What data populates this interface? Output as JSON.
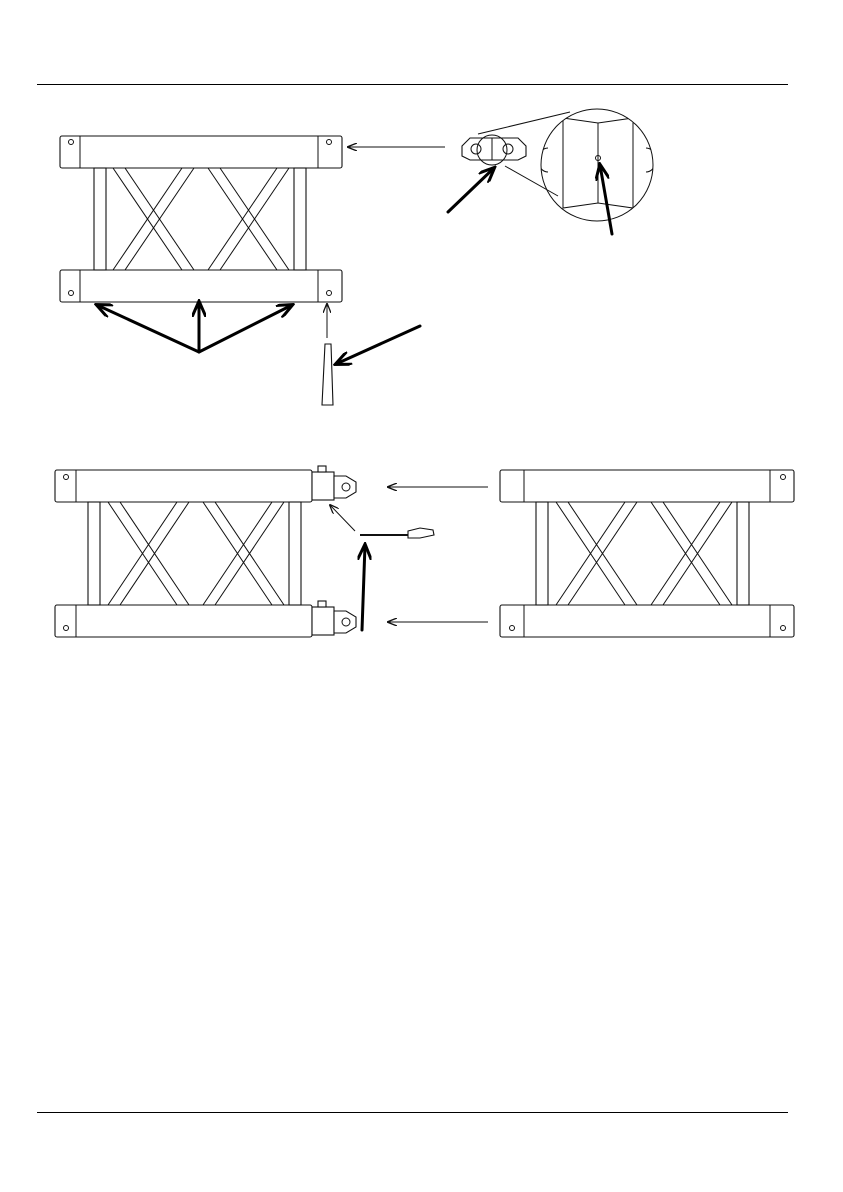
{
  "document": {
    "header_rule": true,
    "footer_rule": true
  },
  "illustration": {
    "figure_1": {
      "parts": [
        "ladder-truss-segment",
        "conical-connector",
        "connector-pin",
        "detail-magnifier"
      ],
      "callouts": 4
    },
    "figure_2": {
      "parts": [
        "ladder-truss-segment",
        "ladder-truss-segment",
        "safety-clip"
      ],
      "callouts": 4
    },
    "colors": {
      "line": "#111111",
      "background": "#ffffff"
    }
  }
}
